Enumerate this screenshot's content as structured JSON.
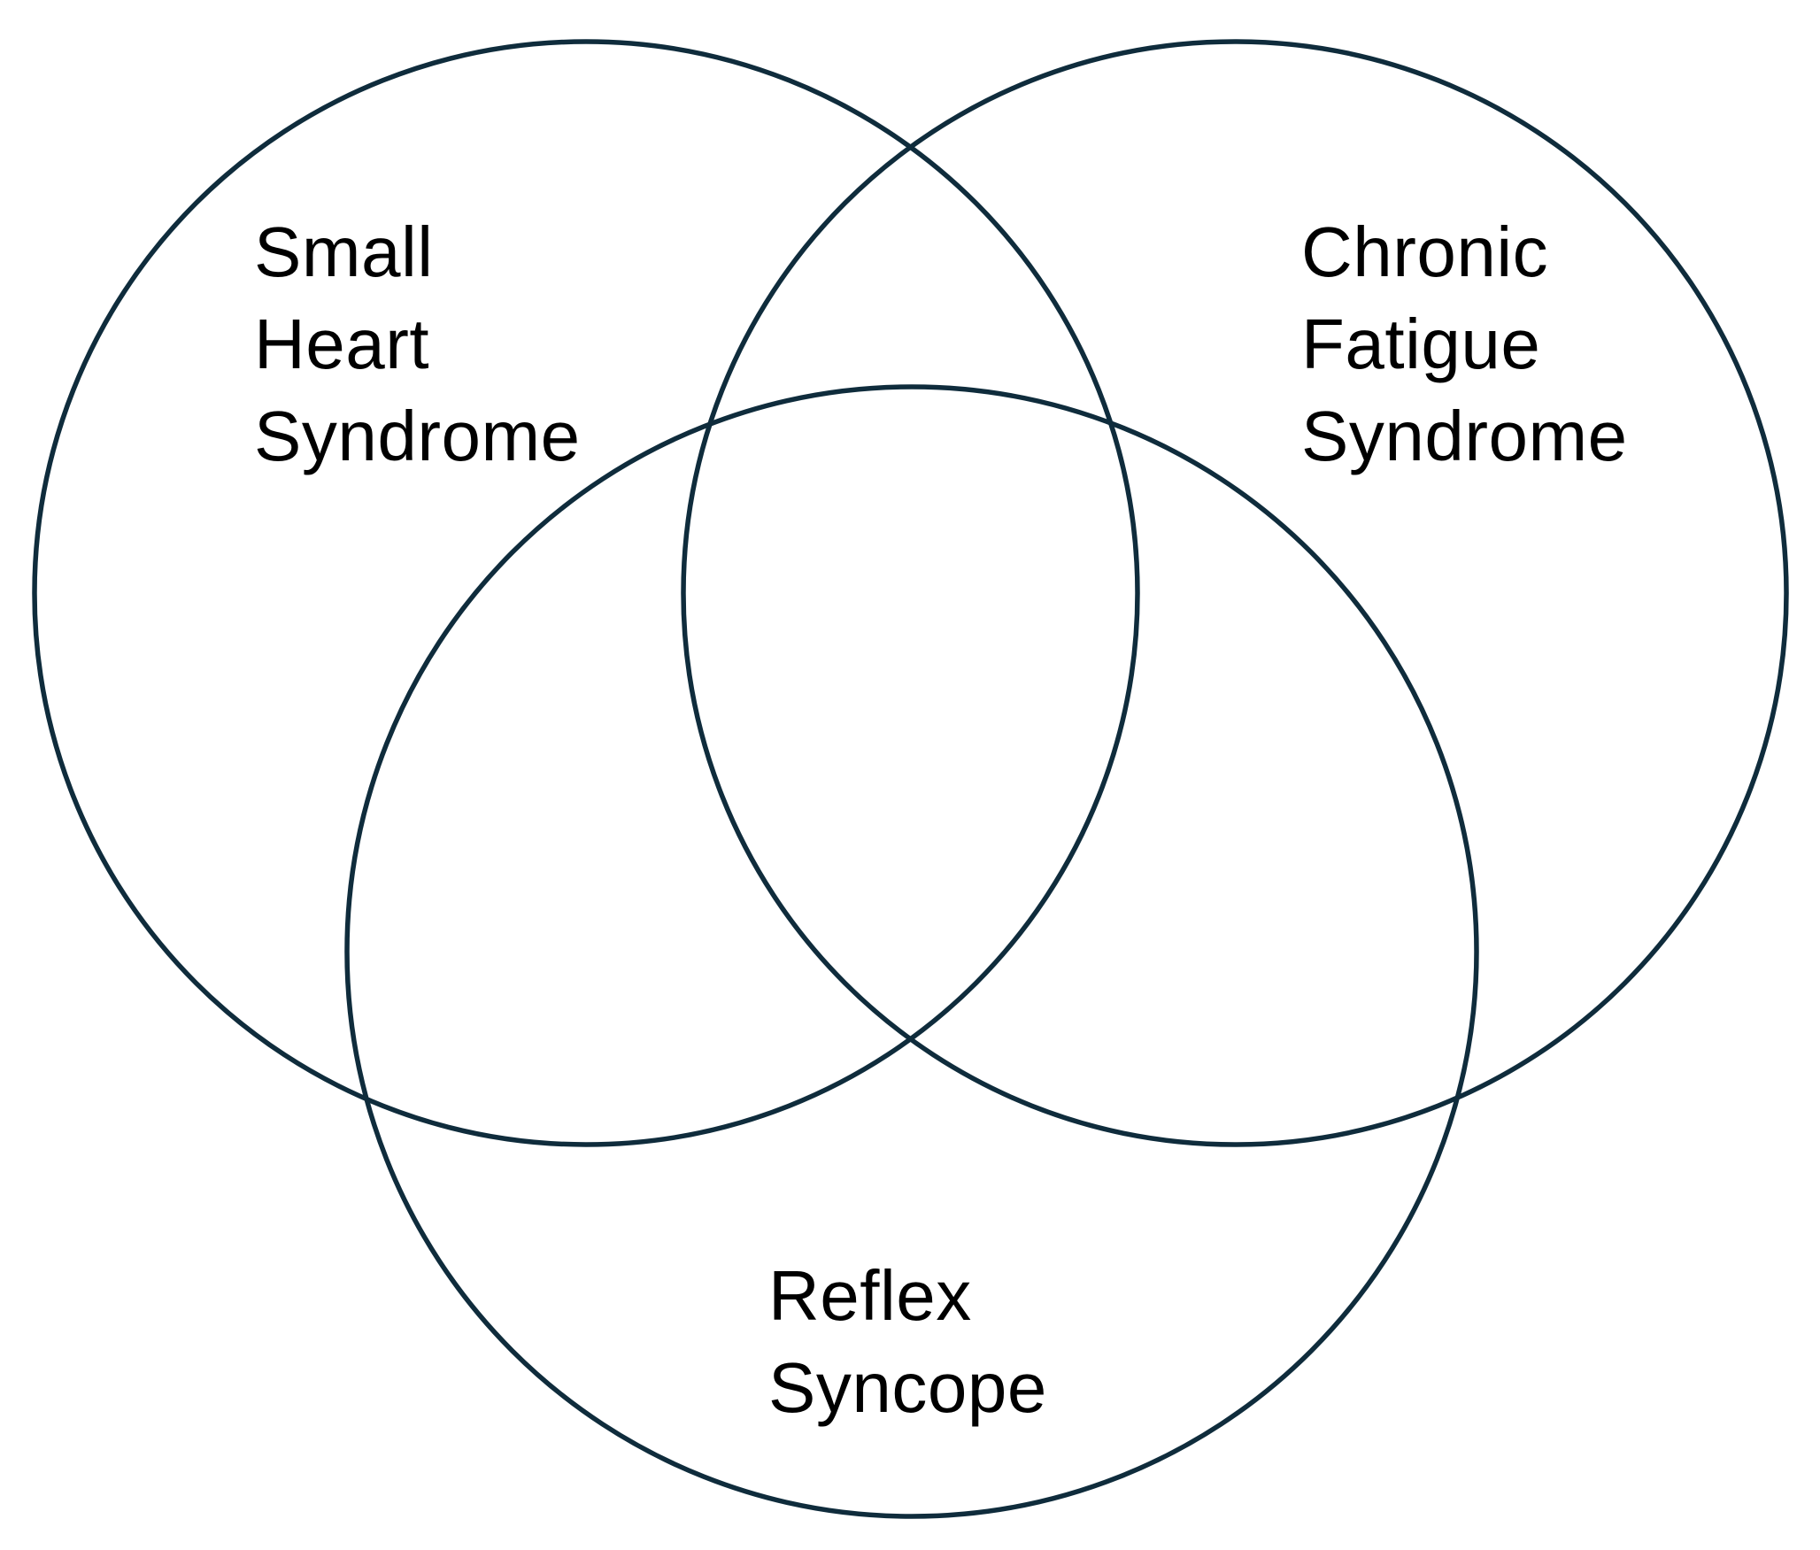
{
  "diagram": {
    "type": "venn-3-circle",
    "background_color": "#ffffff",
    "stroke_color": "#0f2c3c",
    "text_color": "#000000",
    "sets": [
      {
        "id": "small-heart-syndrome",
        "label": "Small Heart Syndrome",
        "lines": [
          "Small",
          "Heart",
          "Syndrome"
        ]
      },
      {
        "id": "chronic-fatigue-syndrome",
        "label": "Chronic Fatigue Syndrome",
        "lines": [
          "Chronic",
          "Fatigue",
          "Syndrome"
        ]
      },
      {
        "id": "reflex-syncope",
        "label": "Reflex Syncope",
        "lines": [
          "Reflex",
          "Syncope"
        ]
      }
    ]
  }
}
